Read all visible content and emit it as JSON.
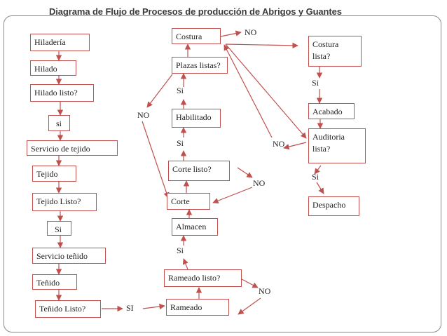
{
  "title": "Diagrama de Flujo de Procesos de producción de Abrigos y Guantes",
  "colors": {
    "box_border": "#c0504d",
    "arrow": "#c0504d",
    "frame": "#8a8a8a"
  },
  "nodes": {
    "hiladeria": "Hiladería",
    "hilado": "Hilado",
    "hilado_listo": "Hilado listo?",
    "si_left": "si",
    "servicio_tejido": "Servicio de tejido",
    "tejido": "Tejido",
    "tejido_listo": "Tejido Listo?",
    "si_left2": "Si",
    "servicio_tenido": "Servicio teñido",
    "tenido": "Teñido",
    "tenido_listo": "Teñido Listo?",
    "costura": "Costura",
    "plazas_listas": "Plazas listas?",
    "habilitado": "Habilitado",
    "corte_listo": "Corte listo?",
    "corte": "Corte",
    "almacen": "Almacen",
    "rameado_listo": "Rameado listo?",
    "rameado": "Rameado",
    "costura_lista_line1": "Costura",
    "costura_lista_line2": "lista?",
    "acabado": "Acabado",
    "auditoria_line1": "Auditoria",
    "auditoria_line2": "lista?",
    "despacho": "Despacho"
  },
  "labels": {
    "si_tenido": "SI",
    "si_plazas": "Si",
    "si_habilitado": "Si",
    "si_almacen": "Si",
    "si_costura_lista": "Si",
    "si_auditoria": "Si",
    "no_costura": "NO",
    "no_plazas": "NO",
    "no_corte": "NO",
    "no_auditoria": "NO",
    "no_rameado": "NO"
  }
}
